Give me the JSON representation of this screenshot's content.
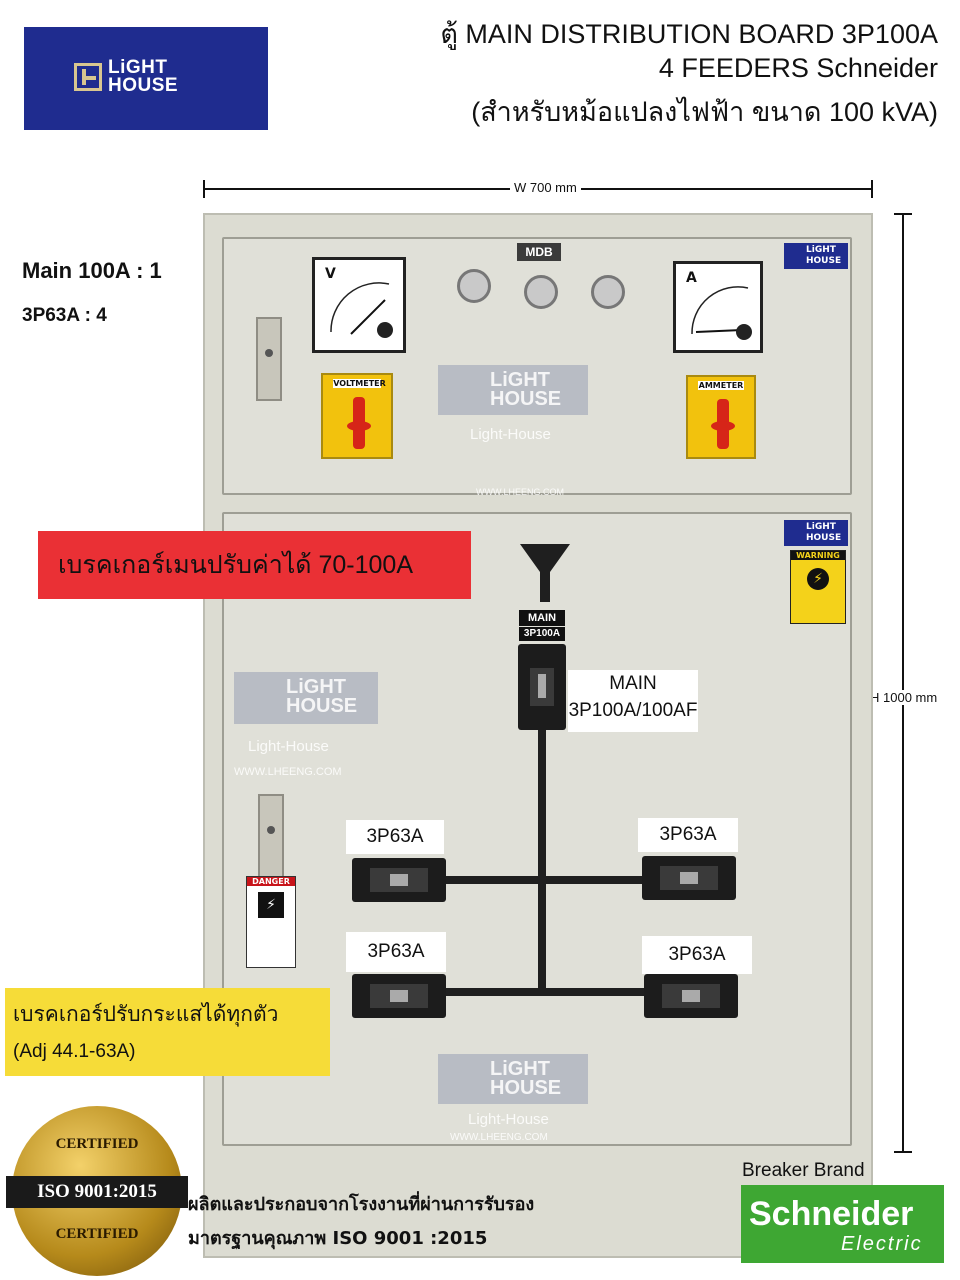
{
  "header": {
    "logo_line1": "LiGHT",
    "logo_line2": "HOUSE",
    "title_line1": "ตู้ MAIN DISTRIBUTION BOARD 3P100A",
    "title_line2": "4 FEEDERS Schneider",
    "title_line3": "(สำหรับหม้อแปลงไฟฟ้า ขนาด 100 kVA)"
  },
  "dimensions": {
    "width": "W 700 mm",
    "height": "H 1000 mm"
  },
  "specs": {
    "main": "Main 100A : 1",
    "feeders": "3P63A : 4"
  },
  "top_panel": {
    "mdb_label": "MDB",
    "voltmeter_letter": "V",
    "voltmeter_selector": "VOLTMETER",
    "ammeter_letter": "A",
    "ammeter_selector": "AMMETER",
    "watermark_brand1": "LiGHT",
    "watermark_brand2": "HOUSE",
    "watermark_text": "Light-House",
    "watermark_url": "WWW.LHEENG.COM"
  },
  "bottom_panel": {
    "warning_label": "WARNING",
    "danger_label": "DANGER",
    "main_tag": "MAIN",
    "main_rating_tag": "3P100A",
    "main_label_line1": "MAIN",
    "main_label_line2": "3P100A/100AF",
    "feeder_labels": [
      "3P63A",
      "3P63A",
      "3P63A",
      "3P63A"
    ],
    "watermark_text": "Light-House",
    "watermark_url": "WWW.LHEENG.COM"
  },
  "callouts": {
    "red_banner": "เบรคเกอร์เมนปรับค่าได้ 70-100A",
    "yellow_line1": "เบรคเกอร์ปรับกระแสได้ทุกตัว",
    "yellow_line2": "(Adj 44.1-63A)"
  },
  "footer": {
    "iso_top": "CERTIFIED",
    "iso_middle": "ISO 9001:2015",
    "iso_bottom": "CERTIFIED",
    "factory_line1": "ผลิตและประกอบจากโรงงานที่ผ่านการรับรอง",
    "factory_line2": "มาตรฐานคุณภาพ ISO 9001 :2015",
    "breaker_brand_label": "Breaker Brand",
    "brand_name": "Schneider",
    "brand_sub": "Electric"
  },
  "colors": {
    "logo_bg": "#1f2c8f",
    "red_banner": "#ea3035",
    "yellow_banner": "#f6dc38",
    "schneider_green": "#3ea733",
    "cabinet": "#dcdcd2"
  }
}
